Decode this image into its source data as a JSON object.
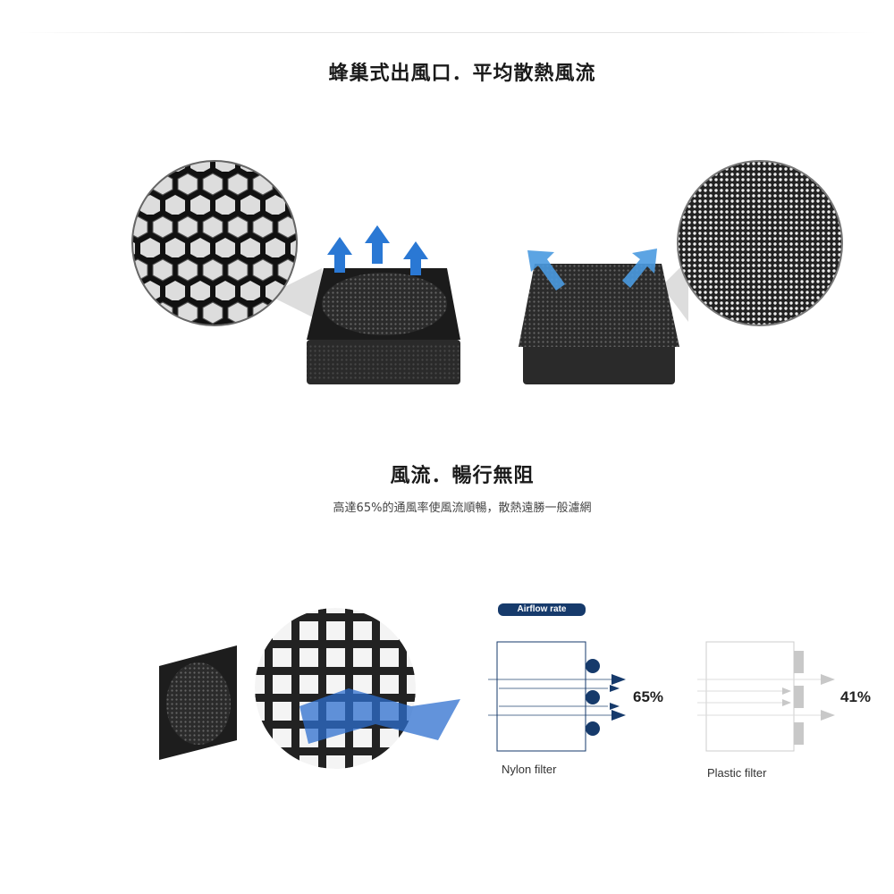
{
  "section1": {
    "title": "蜂巢式出風口．平均散熱風流"
  },
  "section2": {
    "title": "風流．暢行無阻",
    "subtitle": "高達65%的通風率使風流順暢，散熱遠勝一般濾網"
  },
  "diagram": {
    "badge": "Airflow rate",
    "nylon": {
      "label": "Nylon filter",
      "rate": "65%"
    },
    "plastic": {
      "label": "Plastic filter",
      "rate": "41%"
    }
  },
  "colors": {
    "accent_blue": "#163a6b",
    "arrow_blue": "#2a78d4",
    "gray": "#c8c8c8"
  }
}
